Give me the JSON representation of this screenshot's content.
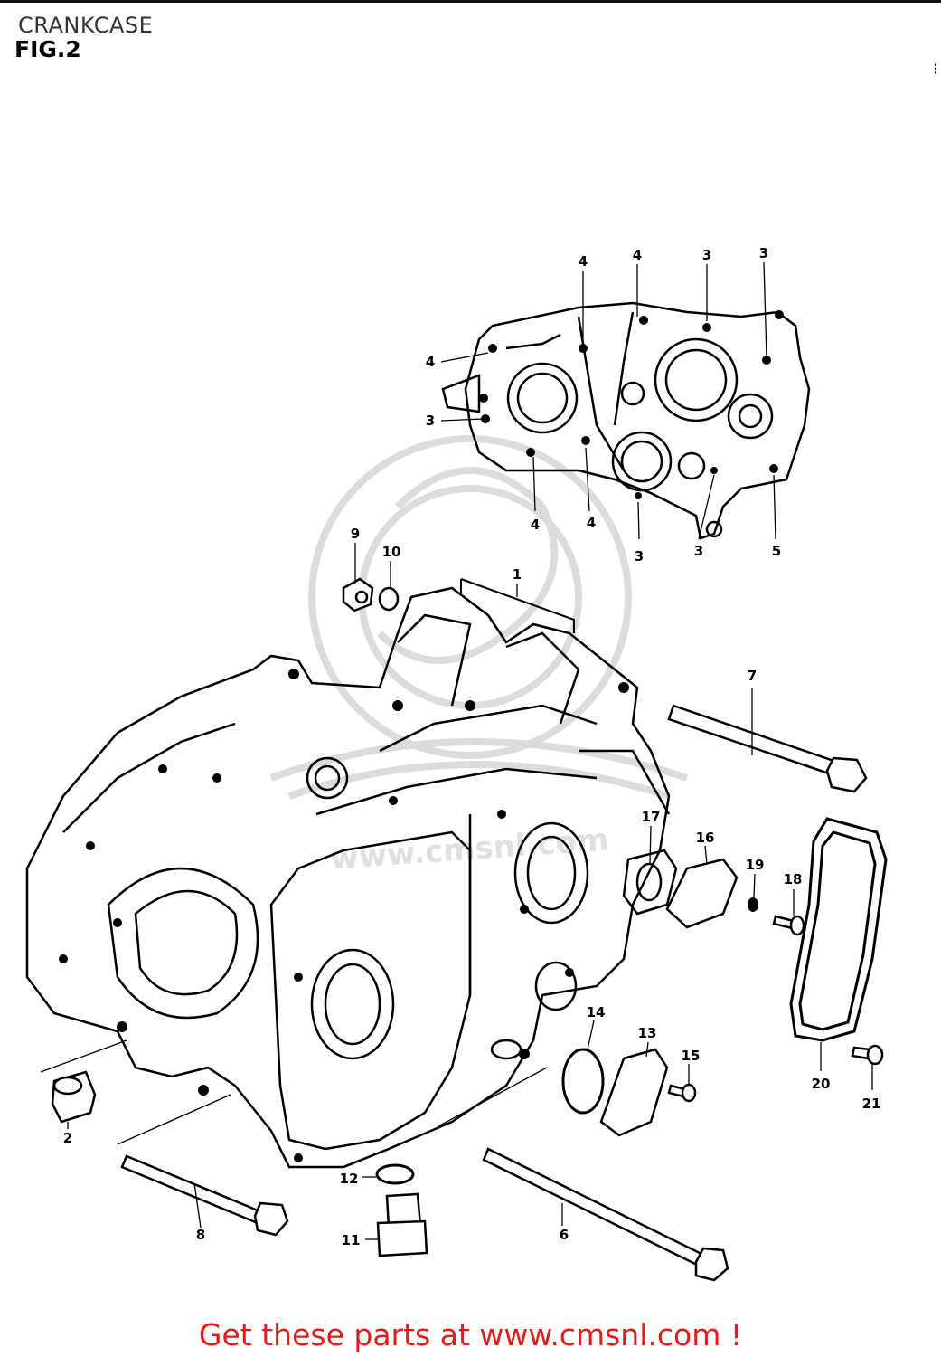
{
  "header": {
    "title": "CRANKCASE",
    "figure": "FIG.2",
    "corner_mark": "⁝"
  },
  "watermark": {
    "text": "www.cmsnl.com"
  },
  "callouts": {
    "c1": "1",
    "c2": "2",
    "c3a": "3",
    "c3b": "3",
    "c3c": "3",
    "c3d": "3",
    "c3e": "3",
    "c4a": "4",
    "c4b": "4",
    "c4c": "4",
    "c4d": "4",
    "c4e": "4",
    "c5": "5",
    "c6": "6",
    "c7": "7",
    "c8": "8",
    "c9": "9",
    "c10": "10",
    "c11": "11",
    "c12": "12",
    "c13": "13",
    "c14": "14",
    "c15": "15",
    "c16": "16",
    "c17": "17",
    "c18": "18",
    "c19": "19",
    "c20": "20",
    "c21": "21"
  },
  "footer": {
    "link_text": "Get these parts at www.cmsnl.com !"
  },
  "colors": {
    "footer_link": "#e21b1b",
    "line": "#000000",
    "watermark": "#dcdcdc"
  }
}
